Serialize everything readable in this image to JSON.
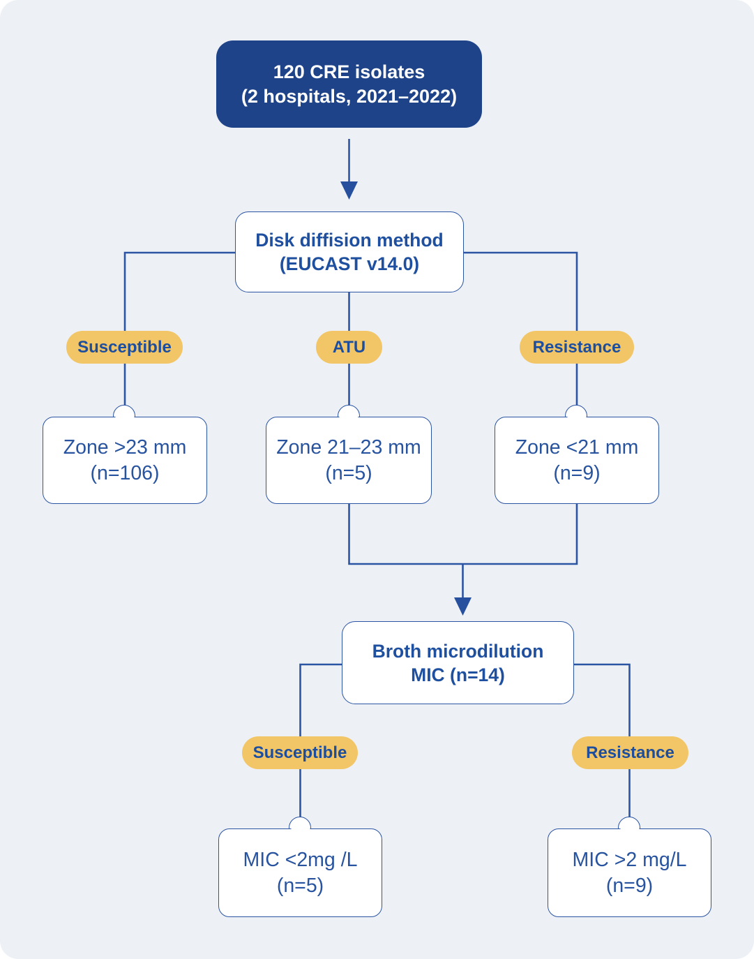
{
  "diagram": {
    "root": {
      "line1": "120 CRE isolates",
      "line2": "(2 hospitals, 2021–2022)"
    },
    "disk": {
      "line1": "Disk diffision method",
      "line2": "(EUCAST v14.0)"
    },
    "dd_branches": [
      {
        "label": "Susceptible",
        "box_line1": "Zone >23 mm",
        "box_line2": "(n=106)"
      },
      {
        "label": "ATU",
        "box_line1": "Zone 21–23 mm",
        "box_line2": "(n=5)"
      },
      {
        "label": "Resistance",
        "box_line1": "Zone <21 mm",
        "box_line2": "(n=9)"
      }
    ],
    "broth": {
      "line1": "Broth microdilution",
      "line2": "MIC (n=14)"
    },
    "mic_branches": [
      {
        "label": "Susceptible",
        "box_line1": "MIC <2mg /L",
        "box_line2": "(n=5)"
      },
      {
        "label": "Resistance",
        "box_line1": "MIC >2 mg/L",
        "box_line2": "(n=9)"
      }
    ],
    "colors": {
      "panel_bg": "#edf1f6",
      "root_node_bg": "#1e4389",
      "root_node_text": "#ffffff",
      "connector_line": "#2b54a3",
      "arrowhead": "#26509e",
      "node_text_blue": "#1f4f9f",
      "pill_bg": "#f2c566",
      "pill_text": "#1d4e9e",
      "node_bg": "#ffffff"
    }
  }
}
